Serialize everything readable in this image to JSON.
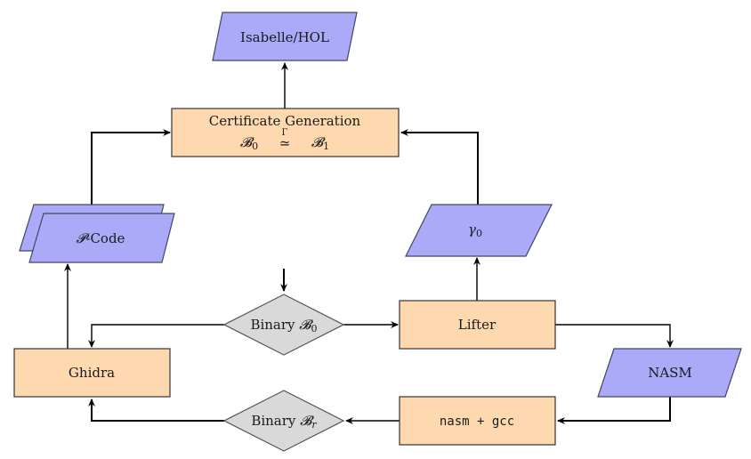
{
  "diagram": {
    "type": "flowchart",
    "colors": {
      "process_fill": "#fed9b0",
      "io_fill": "#aaaaf8",
      "decision_fill": "#d9d9d9",
      "edge": "#000000"
    },
    "nodes": {
      "isabelle": {
        "label": "Isabelle/HOL",
        "shape": "parallelogram"
      },
      "certificate": {
        "label": "Certificate Generation",
        "formula_left": "𝓑",
        "formula_left_sub": "0",
        "formula_relation": "≃",
        "formula_relation_sup": "Γ",
        "formula_right": "𝓑",
        "formula_right_sub": "1",
        "shape": "rectangle"
      },
      "pcode": {
        "label_symbol": "𝓟",
        "label_text": "-Code",
        "shape": "stacked-parallelogram"
      },
      "gamma0": {
        "label": "γ",
        "label_sub": "0",
        "shape": "parallelogram"
      },
      "binary_b0": {
        "label": "Binary ",
        "symbol": "𝓑",
        "sub": "0",
        "shape": "diamond"
      },
      "lifter": {
        "label": "Lifter",
        "shape": "rectangle"
      },
      "ghidra": {
        "label": "Ghidra",
        "shape": "rectangle"
      },
      "nasm": {
        "label": "NASM",
        "shape": "parallelogram"
      },
      "nasm_gcc": {
        "label": "nasm + gcc",
        "shape": "rectangle"
      },
      "binary_br": {
        "label": "Binary ",
        "symbol": "𝓑",
        "sub": "r",
        "shape": "diamond"
      }
    },
    "edges": [
      {
        "from": "start",
        "to": "binary_b0"
      },
      {
        "from": "binary_b0",
        "to": "lifter"
      },
      {
        "from": "binary_b0",
        "to": "ghidra"
      },
      {
        "from": "lifter",
        "to": "gamma0"
      },
      {
        "from": "lifter",
        "to": "nasm"
      },
      {
        "from": "nasm",
        "to": "nasm_gcc"
      },
      {
        "from": "nasm_gcc",
        "to": "binary_br"
      },
      {
        "from": "binary_br",
        "to": "ghidra"
      },
      {
        "from": "ghidra",
        "to": "pcode"
      },
      {
        "from": "pcode",
        "to": "certificate"
      },
      {
        "from": "gamma0",
        "to": "certificate"
      },
      {
        "from": "certificate",
        "to": "isabelle"
      }
    ]
  }
}
